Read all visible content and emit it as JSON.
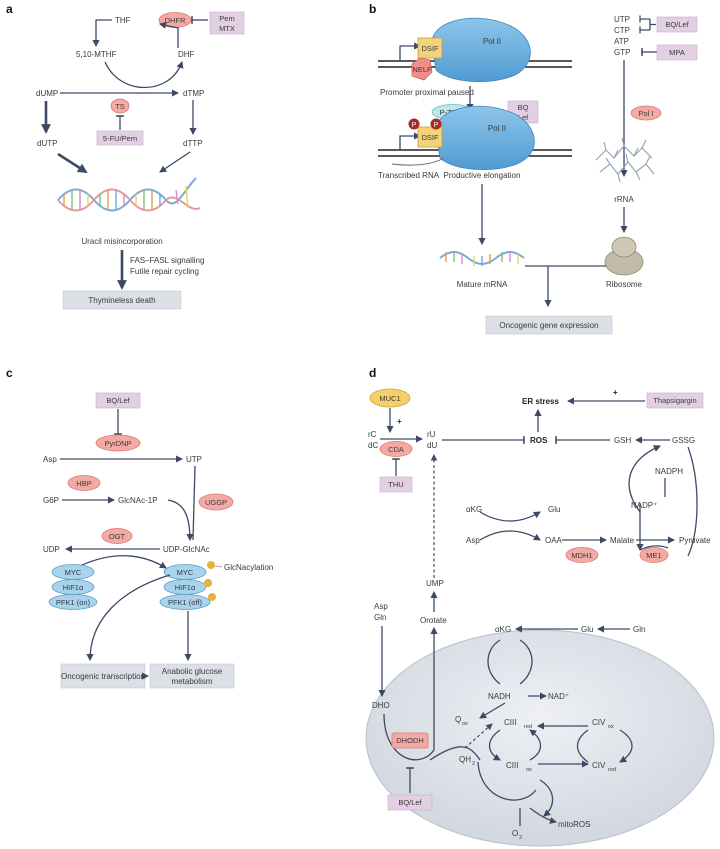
{
  "panels": {
    "a": "a",
    "b": "b",
    "c": "c",
    "d": "d"
  },
  "a": {
    "thf": "THF",
    "dhfr": "DHFR",
    "pem": "Pem",
    "mtx": "MTX",
    "mthf": "5,10-MTHF",
    "dhf": "DHF",
    "dump": "dUMP",
    "dtmp": "dTMP",
    "ts": "TS",
    "dutp": "dUTP",
    "dttp": "dTTP",
    "fu_pem": "5-FU/Pem",
    "uracil": "Uracil misincorporation",
    "fas": "FAS–FASL signalling",
    "futile": "Futile repair cycling",
    "death": "Thymineless death"
  },
  "b": {
    "dsif": "DSIF",
    "pol2": "Pol II",
    "nelf": "NELF",
    "paused": "Promoter proximal paused",
    "ptefb": "P-TEFB",
    "bq": "BQ",
    "lef": "Lef",
    "p": "P",
    "transcribed": "Transcribed RNA",
    "productive": "Productive elongation",
    "utp": "UTP",
    "ctp": "CTP",
    "atp": "ATP",
    "gtp": "GTP",
    "bqlef": "BQ/Lef",
    "mpa": "MPA",
    "pol1": "Pol I",
    "rrna": "rRNA",
    "mature": "Mature mRNA",
    "ribosome": "Ribosome",
    "oncogenic": "Oncogenic gene expression"
  },
  "c": {
    "bqlef": "BQ/Lef",
    "pyrdnp": "PyrDNP",
    "asp": "Asp",
    "utp": "UTP",
    "hbp": "HBP",
    "g6p": "G6P",
    "glcnac1p": "GlcNAc-1P",
    "uggp": "UGGP",
    "ogt": "OGT",
    "udp": "UDP",
    "udpglcnac": "UDP-GlcNAc",
    "myc": "MYC",
    "hif": "HIF1α",
    "pfk_on": "PFK1 (on)",
    "pfk_off": "PFK1 (off)",
    "glcnacylation": "GlcNacylation",
    "onc_tx": "Oncogenic transcription",
    "anabolic1": "Anabolic glucose",
    "anabolic2": "metabolism"
  },
  "d": {
    "muc1": "MUC1",
    "plus": "+",
    "rc": "rC",
    "dc": "dC",
    "cda": "CDA",
    "thu": "THU",
    "ru": "rU",
    "du": "dU",
    "ros": "ROS",
    "er": "ER stress",
    "thaps": "Thapsigargin",
    "gsh": "GSH",
    "gssg": "GSSG",
    "nadph": "NADPH",
    "nadp": "NADP⁺",
    "akg": "αKG",
    "glu": "Glu",
    "asp": "Asp",
    "oaa": "OAA",
    "malate": "Malate",
    "pyruvate": "Pyruvate",
    "mdh1": "MDH1",
    "me1": "ME1",
    "ump": "UMP",
    "orotate": "Orotate",
    "gln": "Gln",
    "dho": "DHO",
    "dhodh": "DHODH",
    "nadh": "NADH",
    "nad": "NAD⁺",
    "q": "Q",
    "ox": "ox",
    "red": "red",
    "qh": "QH",
    "two": "2",
    "c3": "CIII",
    "c4": "CIV",
    "bqlef": "BQ/Lef",
    "o2": "O",
    "mitoros": "mitoROS"
  },
  "colors": {
    "arrow": "#3d4a66",
    "enzyme": "#f4aaa4",
    "drug": "#e3cfe4",
    "outcome": "#dcdfe5",
    "protein": "#a9d3ec",
    "mito": "#dfe3ea"
  }
}
